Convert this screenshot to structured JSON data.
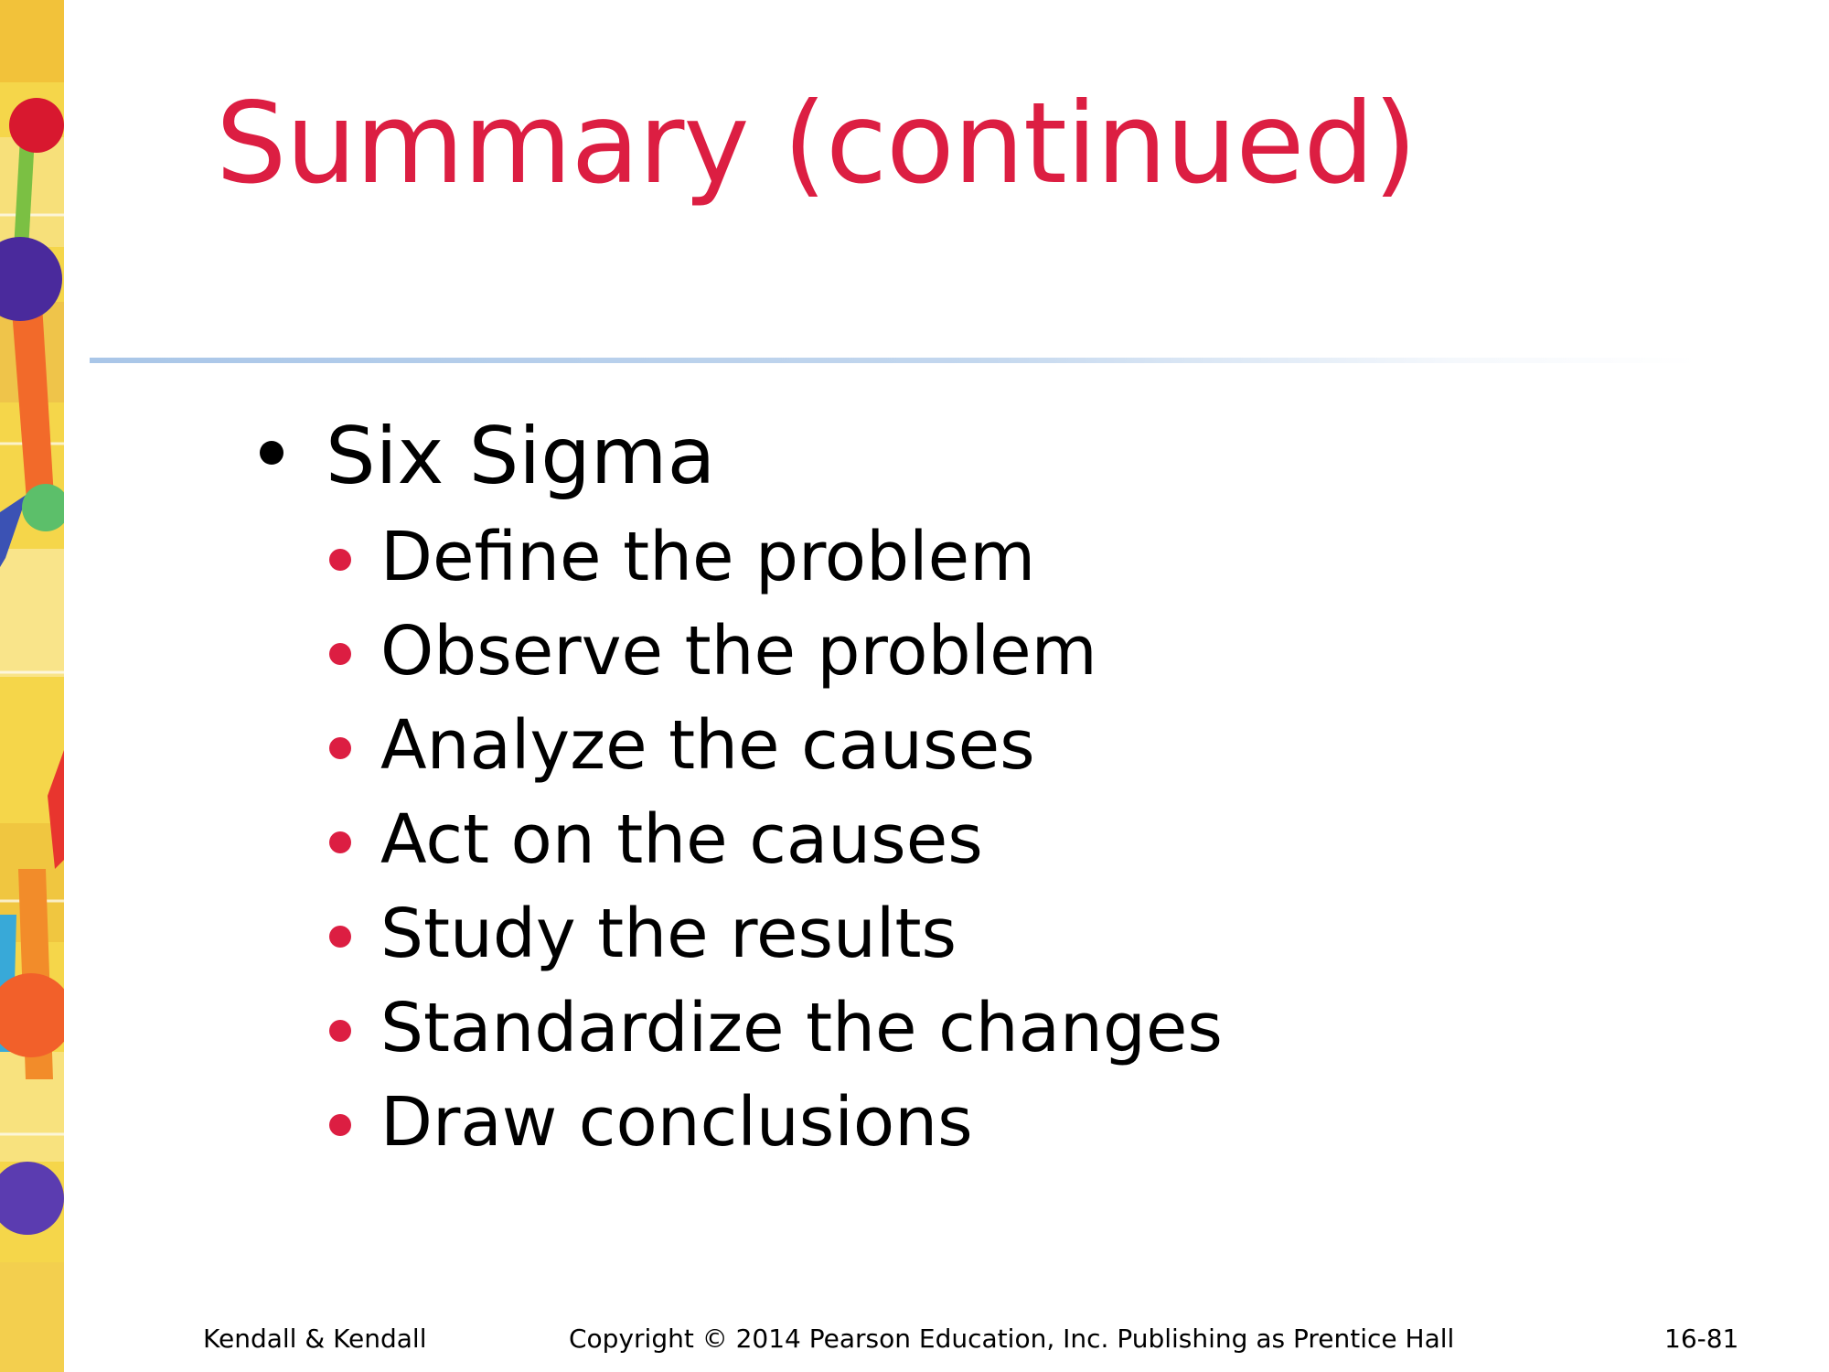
{
  "slide": {
    "title": "Summary (continued)",
    "bullets": [
      {
        "text": "Six Sigma",
        "children": [
          "Define the problem",
          "Observe the problem",
          "Analyze the causes",
          "Act on the causes",
          "Study the results",
          "Standardize the changes",
          "Draw conclusions"
        ]
      }
    ]
  },
  "footer": {
    "left": "Kendall & Kendall",
    "center": "Copyright © 2014 Pearson Education, Inc. Publishing as Prentice Hall",
    "right": "16-81"
  },
  "colors": {
    "title": "#dc1e42",
    "sub_bullet": "#dc1e42",
    "rule": "#a9c6e8",
    "strip_base": "#f5d64a"
  }
}
